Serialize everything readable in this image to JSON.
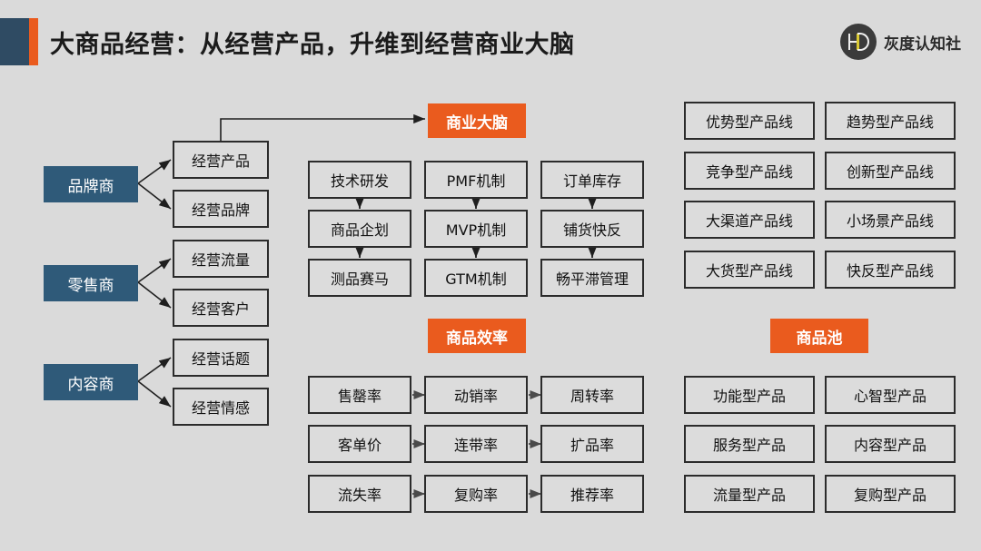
{
  "header": {
    "title": "大商品经营：从经营产品，升维到经营商业大脑",
    "logo_text": "灰度认知社",
    "accent_navy": "#2f4b63",
    "accent_orange": "#ea5b1e"
  },
  "colors": {
    "background": "#dadada",
    "blue": "#2f5a79",
    "orange": "#ea5b1e",
    "box_border": "#2b2b2b",
    "box_fill": "#dcdcdc"
  },
  "left_column": {
    "groups": [
      {
        "actor": "品牌商",
        "children": [
          "经营产品",
          "经营品牌"
        ]
      },
      {
        "actor": "零售商",
        "children": [
          "经营流量",
          "经营客户"
        ]
      },
      {
        "actor": "内容商",
        "children": [
          "经营话题",
          "经营情感"
        ]
      }
    ]
  },
  "middle_top": {
    "heading": "商业大脑",
    "columns": [
      [
        "技术研发",
        "商品企划",
        "测品赛马"
      ],
      [
        "PMF机制",
        "MVP机制",
        "GTM机制"
      ],
      [
        "订单库存",
        "铺货快反",
        "畅平滞管理"
      ]
    ]
  },
  "middle_bottom": {
    "heading": "商品效率",
    "rows": [
      [
        "售罄率",
        "动销率",
        "周转率"
      ],
      [
        "客单价",
        "连带率",
        "扩品率"
      ],
      [
        "流失率",
        "复购率",
        "推荐率"
      ]
    ]
  },
  "right_top": {
    "rows": [
      [
        "优势型产品线",
        "趋势型产品线"
      ],
      [
        "竞争型产品线",
        "创新型产品线"
      ],
      [
        "大渠道产品线",
        "小场景产品线"
      ],
      [
        "大货型产品线",
        "快反型产品线"
      ]
    ]
  },
  "right_bottom": {
    "heading": "商品池",
    "rows": [
      [
        "功能型产品",
        "心智型产品"
      ],
      [
        "服务型产品",
        "内容型产品"
      ],
      [
        "流量型产品",
        "复购型产品"
      ]
    ]
  }
}
